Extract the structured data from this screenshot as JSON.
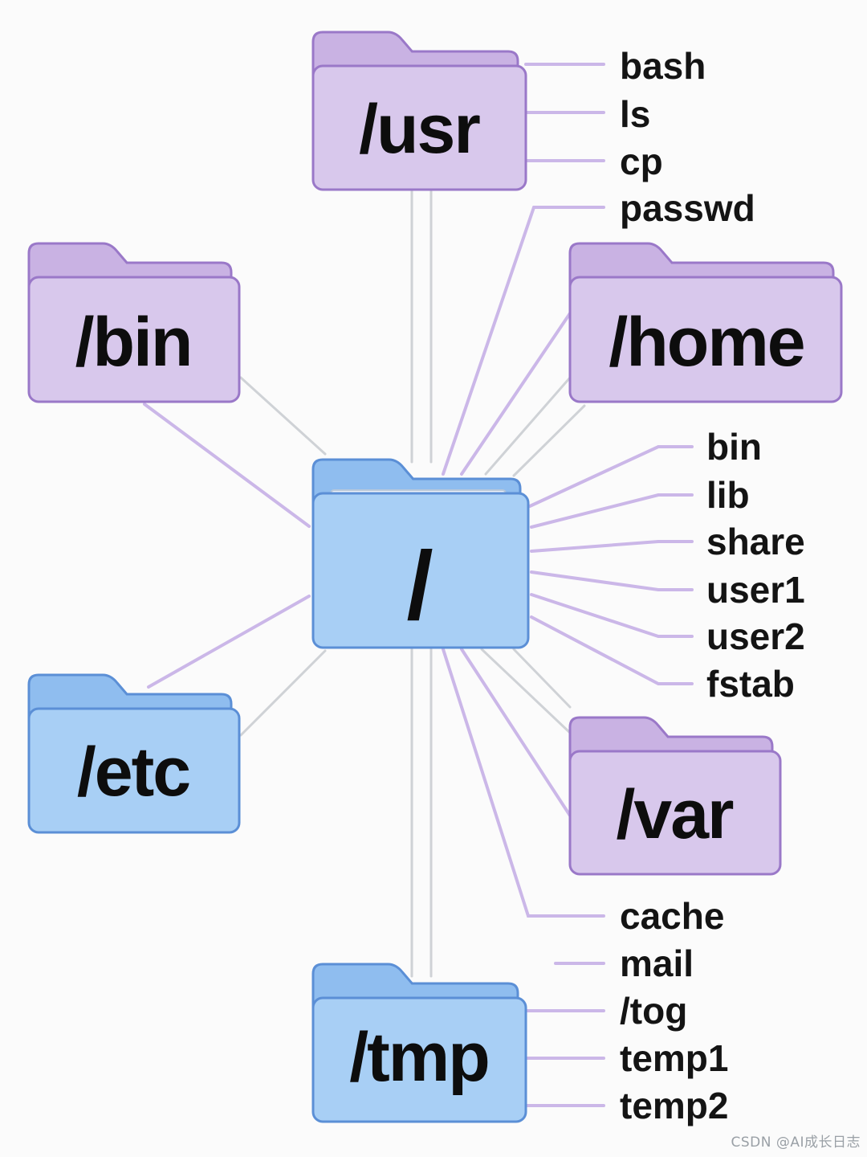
{
  "colors": {
    "purple_fill": "#d8c8ec",
    "purple_tab": "#c9b2e3",
    "purple_stroke": "#9a78c8",
    "blue_fill": "#a8cff5",
    "blue_tab": "#8fbdef",
    "blue_stroke": "#5b8fd6",
    "line_purple": "#cbb7e8",
    "line_gray": "#cfd2d6"
  },
  "folders": {
    "root": {
      "label": "/",
      "color": "blue"
    },
    "usr": {
      "label": "/usr",
      "color": "purple"
    },
    "bin": {
      "label": "/bin",
      "color": "purple"
    },
    "home": {
      "label": "/home",
      "color": "purple"
    },
    "etc": {
      "label": "/etc",
      "color": "blue"
    },
    "var": {
      "label": "/var",
      "color": "purple"
    },
    "tmp": {
      "label": "/tmp",
      "color": "blue"
    }
  },
  "file_groups": {
    "usr_files": [
      "bash",
      "ls",
      "cp",
      "passwd"
    ],
    "right_files": [
      "bin",
      "lib",
      "share",
      "user1",
      "user2",
      "fstab"
    ],
    "bottom_files": [
      "cache",
      "mail",
      "/tog",
      "temp1",
      "temp2"
    ]
  },
  "watermark": "CSDN @AI成长日志"
}
